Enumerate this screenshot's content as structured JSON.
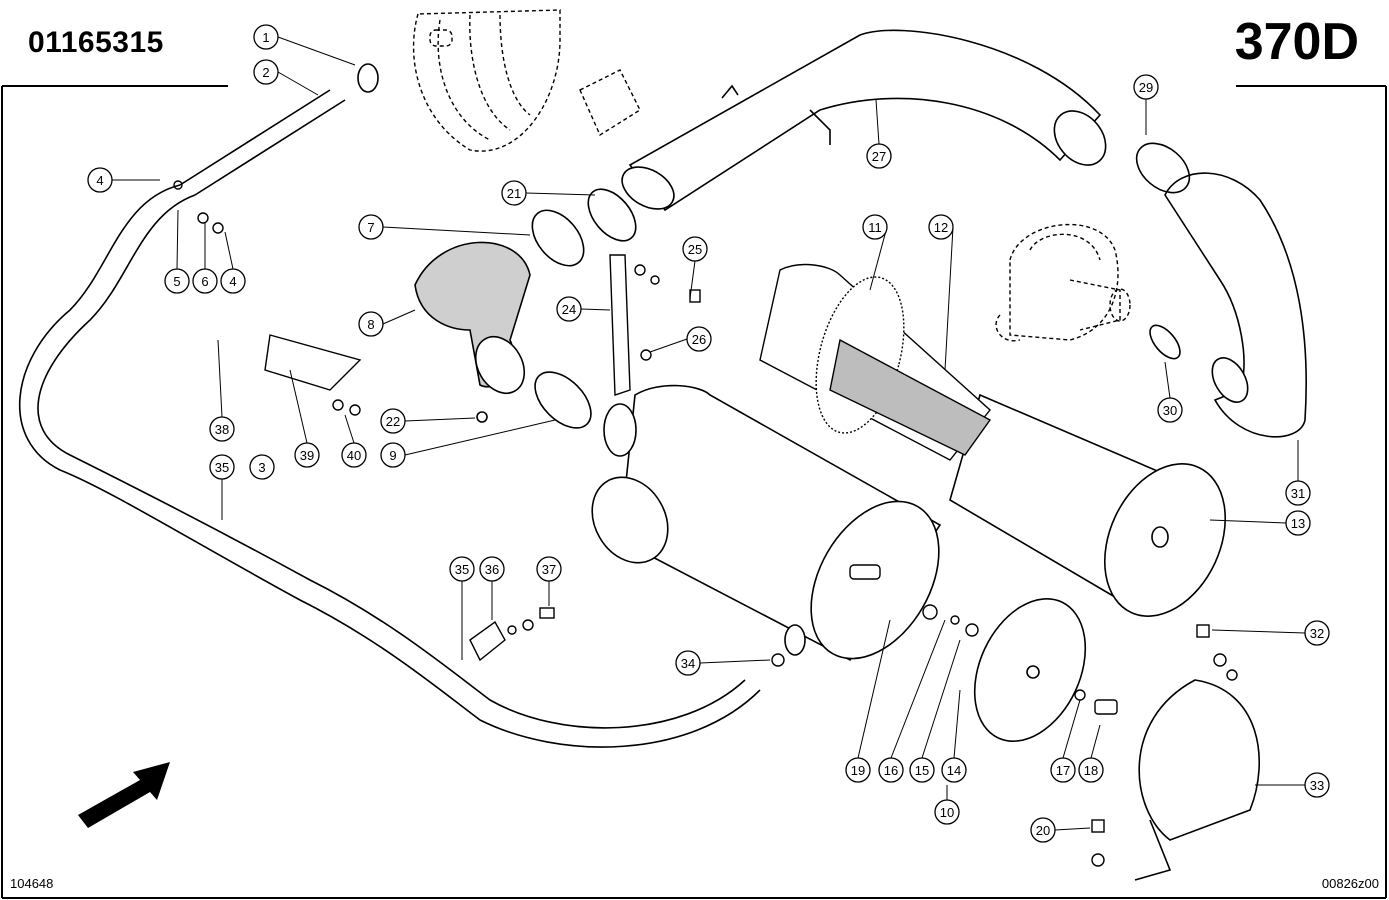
{
  "header": {
    "document_number": "01165315",
    "model": "370D"
  },
  "footer": {
    "left_code": "104648",
    "right_code": "00826z00"
  },
  "callouts": {
    "c1": "1",
    "c2": "2",
    "c3": "3",
    "c4a": "4",
    "c4b": "4",
    "c5": "5",
    "c6": "6",
    "c7": "7",
    "c8": "8",
    "c9": "9",
    "c10": "10",
    "c11": "11",
    "c12": "12",
    "c13": "13",
    "c14": "14",
    "c15": "15",
    "c16": "16",
    "c17": "17",
    "c18": "18",
    "c19": "19",
    "c20": "20",
    "c21": "21",
    "c22": "22",
    "c24": "24",
    "c25": "25",
    "c26": "26",
    "c27": "27",
    "c29": "29",
    "c30": "30",
    "c31": "31",
    "c32": "32",
    "c33": "33",
    "c34": "34",
    "c35a": "35",
    "c35b": "35",
    "c36": "36",
    "c37": "37",
    "c38": "38",
    "c39": "39",
    "c40": "40"
  }
}
